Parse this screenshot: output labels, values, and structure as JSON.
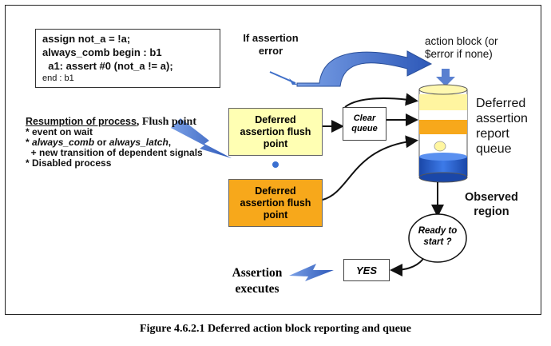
{
  "code": {
    "line1": "assign not_a = !a;",
    "line2": "always_comb begin : b1",
    "line3": "  a1: assert #0 (not_a != a);",
    "line4": "end : b1"
  },
  "if_error": {
    "line1": "If assertion",
    "line2": "error"
  },
  "action_block": {
    "line1": "action block (or",
    "line2": "$error if none)"
  },
  "queue_label": {
    "line1": "Deferred",
    "line2": "assertion",
    "line3": "report",
    "line4": "queue"
  },
  "resumption": {
    "title": "Resumption of process",
    "flush": ", Flush point",
    "item1": "* event on wait",
    "item2a": "* ",
    "item2b": "always_comb",
    "item2c": " or ",
    "item2d": "always_latch",
    "item2e": ",",
    "item3": "  + new transition of dependent signals",
    "item4": "* Disabled process"
  },
  "flush_box_1": {
    "line1": "Deferred",
    "line2": "assertion flush",
    "line3": "point"
  },
  "flush_box_2": {
    "line1": "Deferred",
    "line2": "assertion flush",
    "line3": "point"
  },
  "clear_queue": {
    "line1": "Clear",
    "line2": "queue"
  },
  "observed": {
    "line1": "Observed",
    "line2": "region"
  },
  "ready": {
    "line1": "Ready to",
    "line2": "start ?"
  },
  "yes": "YES",
  "assertion_exec": {
    "line1": "Assertion",
    "line2": "executes"
  },
  "caption": "Figure 4.6.2.1 Deferred action block reporting and queue",
  "colors": {
    "yellow_box": "#ffffb3",
    "orange_box": "#f7a81b",
    "queue_blue": "#1f5fd0",
    "arrow_blue": "#3f6fc8"
  }
}
